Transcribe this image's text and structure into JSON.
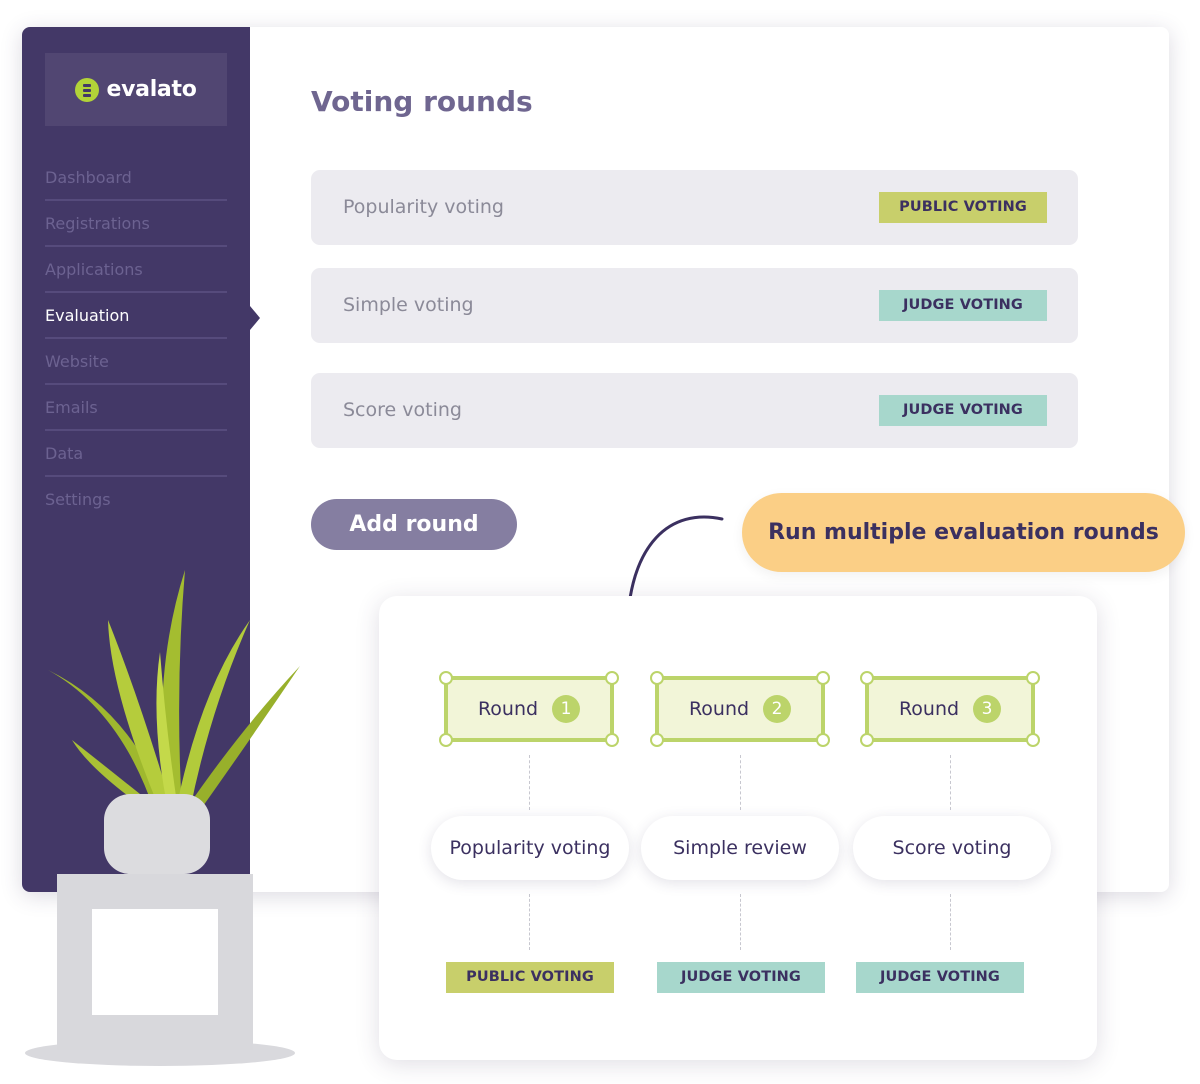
{
  "brand": {
    "name": "evalato",
    "accent": "#b2d338",
    "sidebar_bg": "#433867"
  },
  "sidebar": {
    "items": [
      {
        "label": "Dashboard",
        "active": false
      },
      {
        "label": "Registrations",
        "active": false
      },
      {
        "label": "Applications",
        "active": false
      },
      {
        "label": "Evaluation",
        "active": true
      },
      {
        "label": "Website",
        "active": false
      },
      {
        "label": "Emails",
        "active": false
      },
      {
        "label": "Data",
        "active": false
      },
      {
        "label": "Settings",
        "active": false
      }
    ]
  },
  "main": {
    "title": "Voting rounds",
    "rounds": [
      {
        "name": "Popularity voting",
        "badge": "PUBLIC VOTING",
        "badge_color": "#c8cf6b"
      },
      {
        "name": "Simple voting",
        "badge": "JUDGE VOTING",
        "badge_color": "#a7d7cc"
      },
      {
        "name": "Score voting",
        "badge": "JUDGE VOTING",
        "badge_color": "#a7d7cc"
      }
    ],
    "add_button_label": "Add round"
  },
  "callout": {
    "text": "Run multiple evaluation rounds",
    "color": "#fbcf86"
  },
  "flow": {
    "columns": [
      {
        "round_label": "Round",
        "round_number": "1",
        "step": "Popularity voting",
        "badge": "PUBLIC VOTING"
      },
      {
        "round_label": "Round",
        "round_number": "2",
        "step": "Simple review",
        "badge": "JUDGE VOTING"
      },
      {
        "round_label": "Round",
        "round_number": "3",
        "step": "Score voting",
        "badge": "JUDGE VOTING"
      }
    ]
  },
  "icons": [
    "evalato-logo-icon",
    "curved-arrow-icon",
    "plant-illustration"
  ]
}
